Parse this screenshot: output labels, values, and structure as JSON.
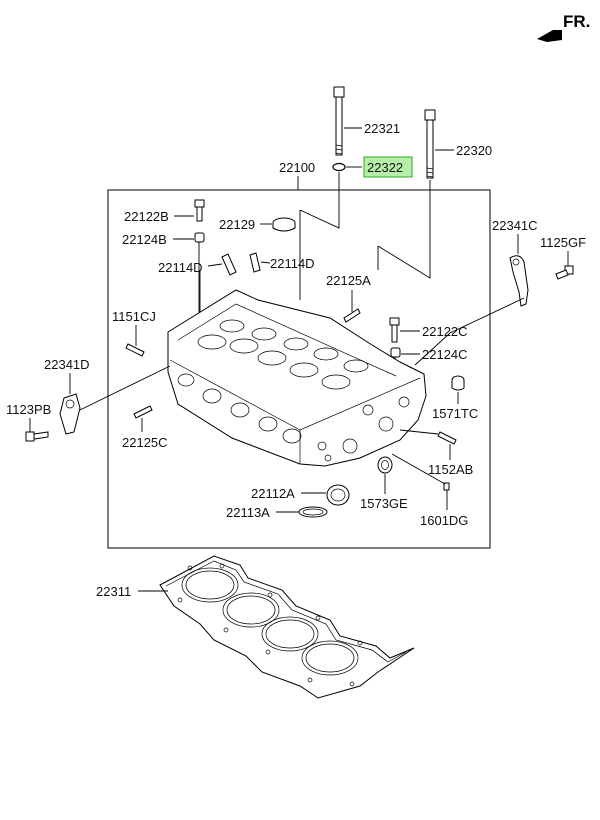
{
  "orientation": {
    "label": "FR."
  },
  "highlight": {
    "fill": "#b6f0a8",
    "stroke": "#2faa2a"
  },
  "labels": {
    "p22321": "22321",
    "p22320": "22320",
    "p22100": "22100",
    "p22322": "22322",
    "p22122B": "22122B",
    "p22124B": "22124B",
    "p22129": "22129",
    "p22114D_left": "22114D",
    "p22114D_right": "22114D",
    "p22341C": "22341C",
    "p1125GF": "1125GF",
    "p22125A": "22125A",
    "p1151CJ": "1151CJ",
    "p22122C": "22122C",
    "p22124C": "22124C",
    "p22341D": "22341D",
    "p1123PB": "1123PB",
    "p1571TC": "1571TC",
    "p22125C": "22125C",
    "p1152AB": "1152AB",
    "p22112A": "22112A",
    "p1573GE": "1573GE",
    "p22113A": "22113A",
    "p1601DG": "1601DG",
    "p22311": "22311"
  }
}
